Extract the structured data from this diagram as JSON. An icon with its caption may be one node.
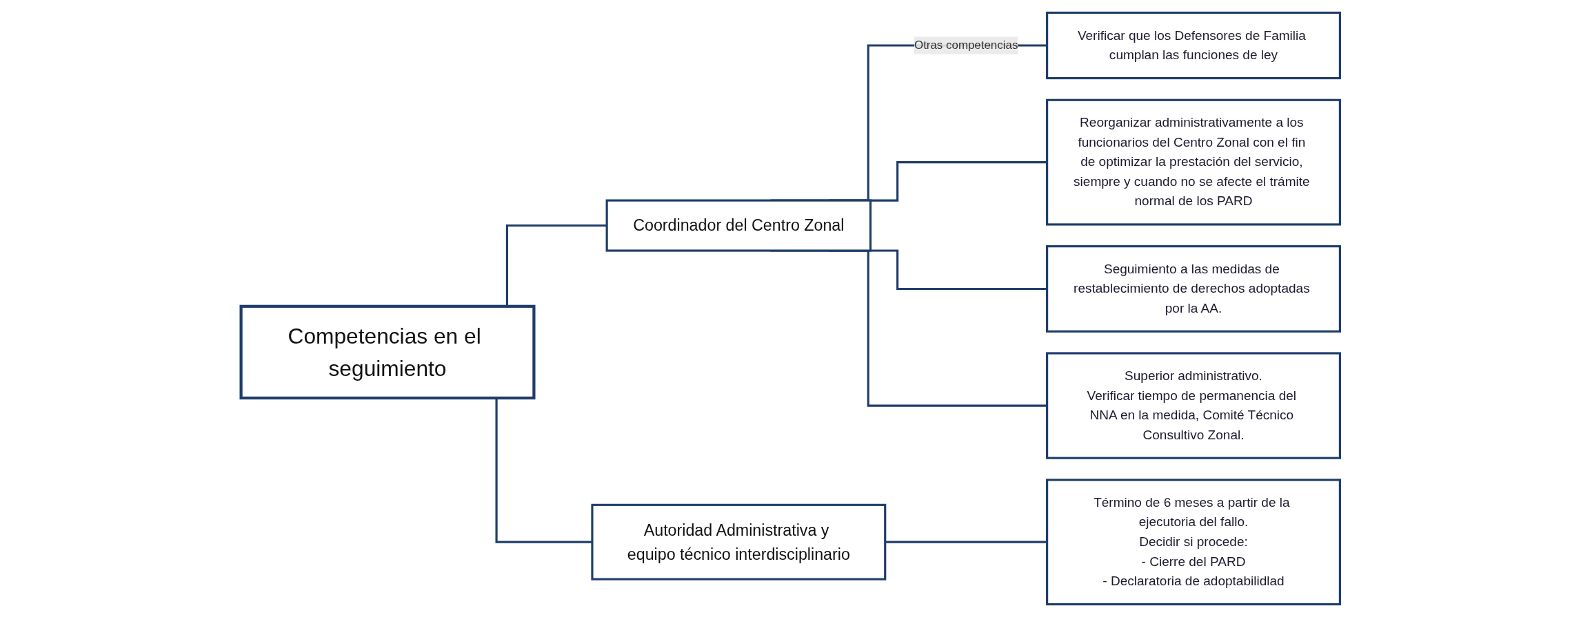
{
  "diagram": {
    "nodes": [
      {
        "text": [
          "Verificar que los Defensores de Familia cumplan las funciones de ley"
        ]
      },
      {
        "text": [
          "Reorganizar administrativamente a los funcionarios del Centro Zonal con el fin de optimizar la prestación del servicio, siempre y cuando no se afecte el trámite normal de los PARD"
        ]
      },
      {
        "text": [
          "Coordinador del Centro Zonal"
        ]
      },
      {
        "text": [
          "Seguimiento a las medidas de restablecimiento de derechos adoptadas por la AA."
        ]
      },
      {
        "text": [
          "Superior administrativo.",
          "Verificar tiempo de permanencia del NNA en la medida, Comité Técnico Consultivo Zonal."
        ]
      },
      {
        "text": [
          "Competencias en el seguimiento"
        ]
      },
      {
        "text": [
          "Autoridad Administrativa y equipo técnico interdisciplinario"
        ]
      },
      {
        "text": [
          "Término de 6 meses a partir de la ejecutoria del fallo.",
          "Decidir si procede:",
          "- Cierre del PARD",
          "- Declaratoria de adoptabilidlad"
        ]
      }
    ],
    "edges": [
      {
        "from": 5,
        "to": 2,
        "arrow": "none"
      },
      {
        "from": 5,
        "to": 6,
        "arrow": "none"
      },
      {
        "from": 2,
        "to": 0,
        "arrow": "none",
        "label": "Otras competencias"
      },
      {
        "from": 2,
        "to": 1,
        "arrow": "none"
      },
      {
        "from": 2,
        "to": 3,
        "arrow": "none"
      },
      {
        "from": 2,
        "to": 4,
        "arrow": "none"
      },
      {
        "from": 6,
        "to": 7,
        "arrow": "none"
      }
    ]
  }
}
